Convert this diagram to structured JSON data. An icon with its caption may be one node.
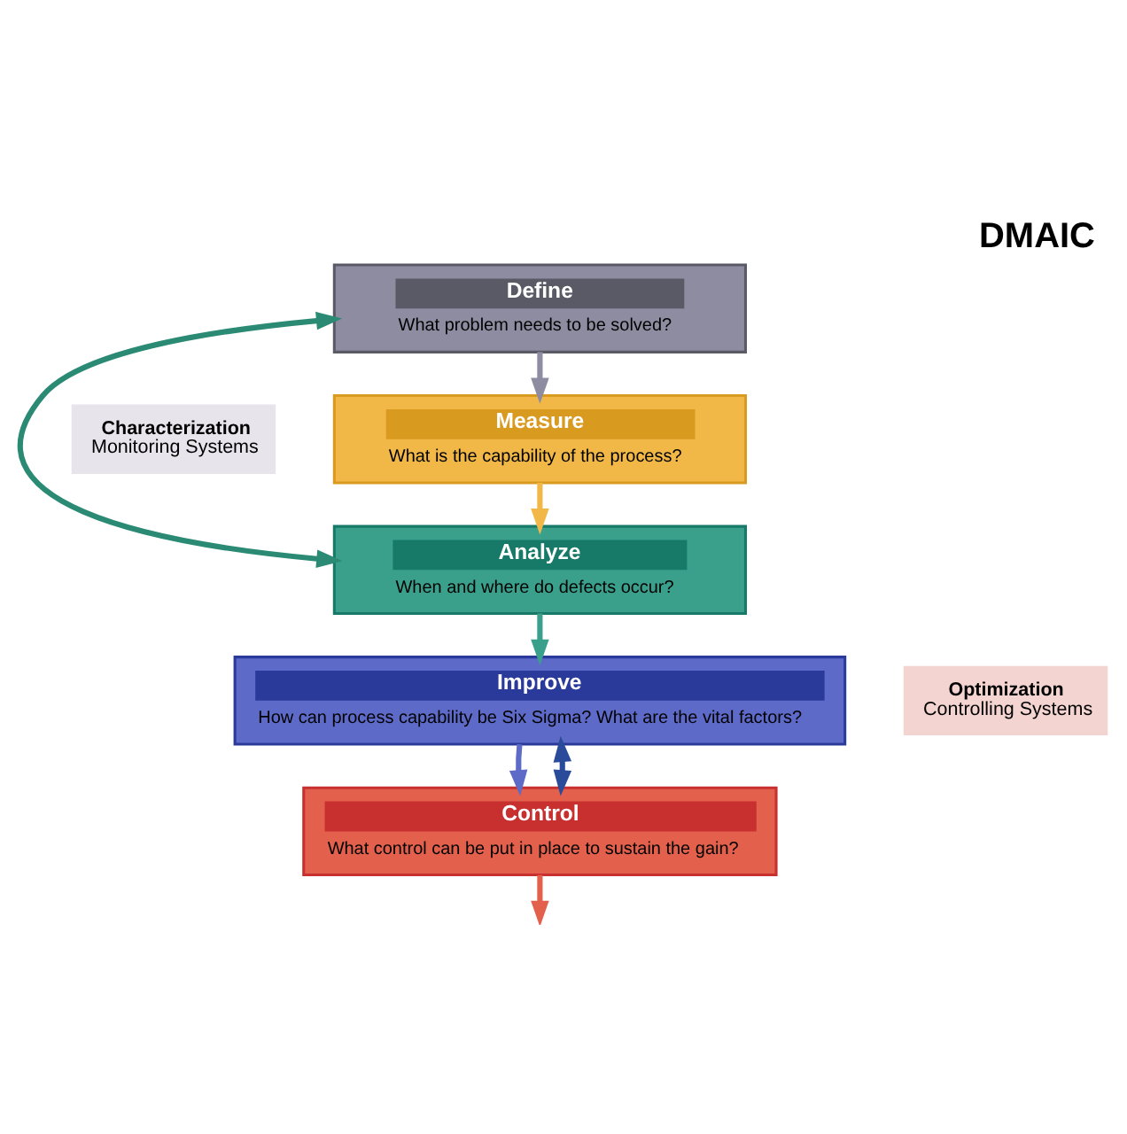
{
  "diagram": {
    "title": "DMAIC",
    "nodes": [
      {
        "text": [
          "Define",
          "What problem needs to be solved?"
        ]
      },
      {
        "text": [
          "Measure",
          "What is the capability of the process?"
        ]
      },
      {
        "text": [
          "Analyze",
          "When and where do defects occur?"
        ]
      },
      {
        "text": [
          "Improve",
          "How can process capability be Six Sigma? What are the vital factors?"
        ]
      },
      {
        "text": [
          "Control",
          "What control can be put in place to sustain the gain?"
        ]
      },
      {
        "text": [
          "Characterization",
          "Monitoring Systems"
        ]
      },
      {
        "text": [
          "Optimization",
          "Controlling Systems"
        ]
      }
    ],
    "edges": [
      {
        "from": 0,
        "to": 1,
        "arrow": "to",
        "color": "#8e8ca0"
      },
      {
        "from": 1,
        "to": 2,
        "arrow": "to",
        "color": "#f2b847"
      },
      {
        "from": 2,
        "to": 3,
        "arrow": "to",
        "color": "#3aa08c"
      },
      {
        "from": 3,
        "to": 4,
        "arrow": "to",
        "color": "#5d6ac8"
      },
      {
        "from": 4,
        "to": null,
        "arrow": "to",
        "color": "#e2604c"
      },
      {
        "from": 2,
        "to": 0,
        "arrow": "both",
        "color": "#2a8a74"
      },
      {
        "from": 4,
        "to": 3,
        "arrow": "both",
        "color": "#2a4a9a"
      }
    ]
  }
}
